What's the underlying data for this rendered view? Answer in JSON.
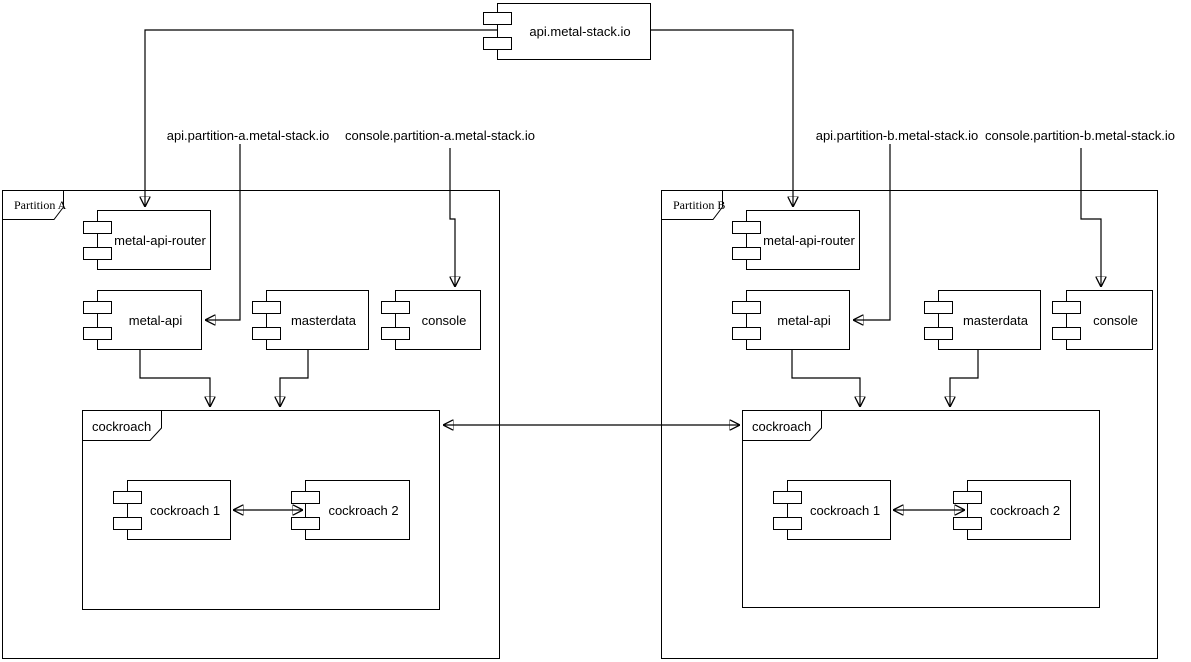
{
  "diagram": {
    "root": {
      "label": "api.metal-stack.io"
    },
    "dns": {
      "api_a": "api.partition-a.metal-stack.io",
      "console_a": "console.partition-a.metal-stack.io",
      "api_b": "api.partition-b.metal-stack.io",
      "console_b": "console.partition-b.metal-stack.io"
    },
    "partition_a": {
      "label": "Partition A",
      "router": "metal-api-router",
      "api": "metal-api",
      "masterdata": "masterdata",
      "console": "console",
      "cockroach": {
        "label": "cockroach",
        "node1": "cockroach 1",
        "node2": "cockroach 2"
      }
    },
    "partition_b": {
      "label": "Partition B",
      "router": "metal-api-router",
      "api": "metal-api",
      "masterdata": "masterdata",
      "console": "console",
      "cockroach": {
        "label": "cockroach",
        "node1": "cockroach 1",
        "node2": "cockroach 2"
      }
    },
    "colors": {
      "stroke": "#000000",
      "background": "#ffffff"
    }
  }
}
